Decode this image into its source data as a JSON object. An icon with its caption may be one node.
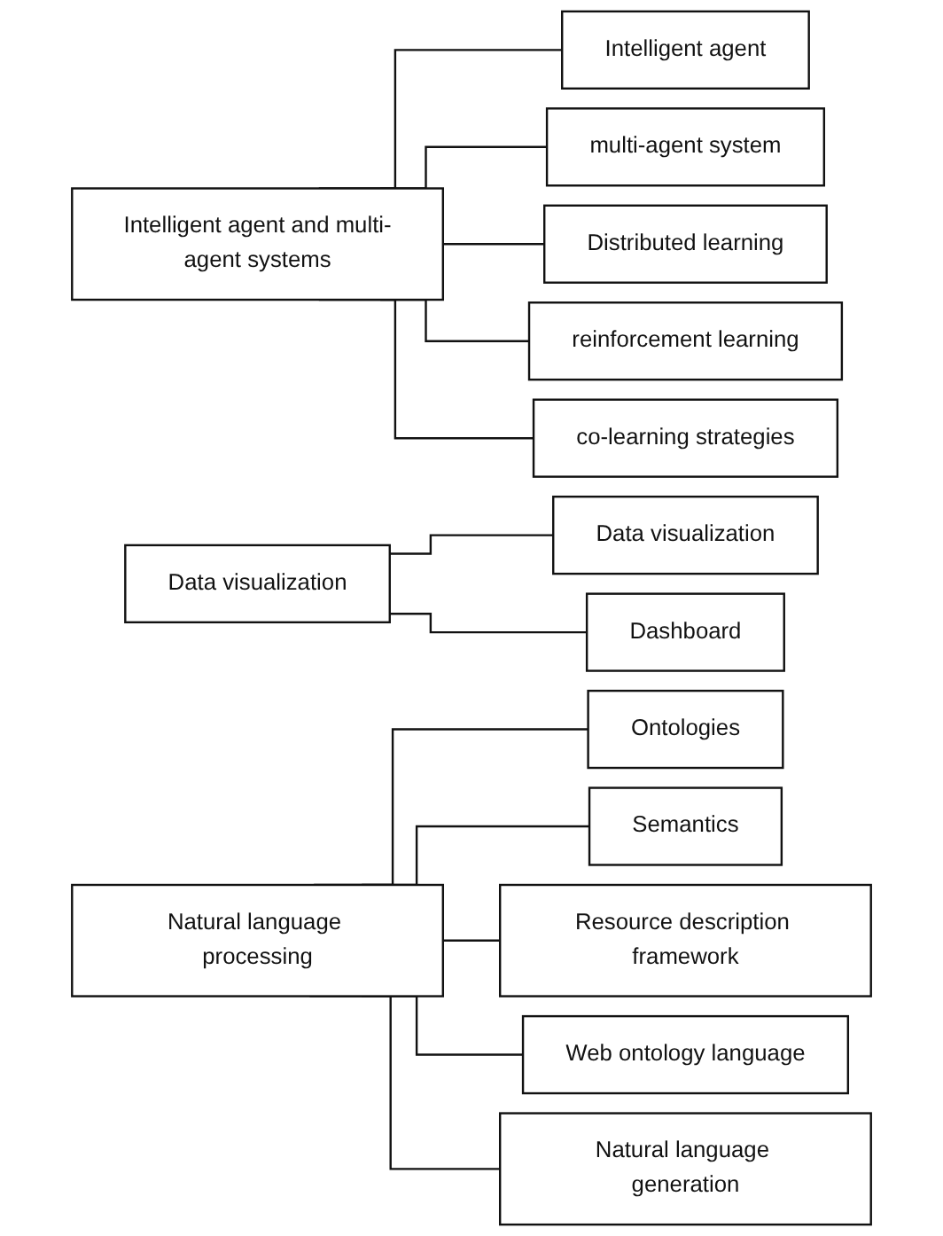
{
  "diagram": {
    "nodes": [
      {
        "text": [
          "Intelligent agent and multi-agent systems"
        ]
      },
      {
        "text": [
          "Intelligent agent"
        ]
      },
      {
        "text": [
          "multi-agent system"
        ]
      },
      {
        "text": [
          "Distributed learning"
        ]
      },
      {
        "text": [
          "reinforcement learning"
        ]
      },
      {
        "text": [
          "co-learning strategies"
        ]
      },
      {
        "text": [
          "Data visualization"
        ]
      },
      {
        "text": [
          "Data visualization"
        ]
      },
      {
        "text": [
          "Dashboard"
        ]
      },
      {
        "text": [
          "Natural language processing"
        ]
      },
      {
        "text": [
          "Ontologies"
        ]
      },
      {
        "text": [
          "Semantics"
        ]
      },
      {
        "text": [
          "Resource description framework"
        ]
      },
      {
        "text": [
          "Web ontology language"
        ]
      },
      {
        "text": [
          "Natural language generation"
        ]
      }
    ],
    "edges": [
      {
        "from": 0,
        "to": 1,
        "arrow": "none"
      },
      {
        "from": 0,
        "to": 2,
        "arrow": "none"
      },
      {
        "from": 0,
        "to": 3,
        "arrow": "none"
      },
      {
        "from": 0,
        "to": 4,
        "arrow": "none"
      },
      {
        "from": 0,
        "to": 5,
        "arrow": "none"
      },
      {
        "from": 6,
        "to": 7,
        "arrow": "none"
      },
      {
        "from": 6,
        "to": 8,
        "arrow": "none"
      },
      {
        "from": 9,
        "to": 10,
        "arrow": "none"
      },
      {
        "from": 9,
        "to": 11,
        "arrow": "none"
      },
      {
        "from": 9,
        "to": 12,
        "arrow": "none"
      },
      {
        "from": 9,
        "to": 13,
        "arrow": "none"
      },
      {
        "from": 9,
        "to": 14,
        "arrow": "none"
      }
    ]
  }
}
